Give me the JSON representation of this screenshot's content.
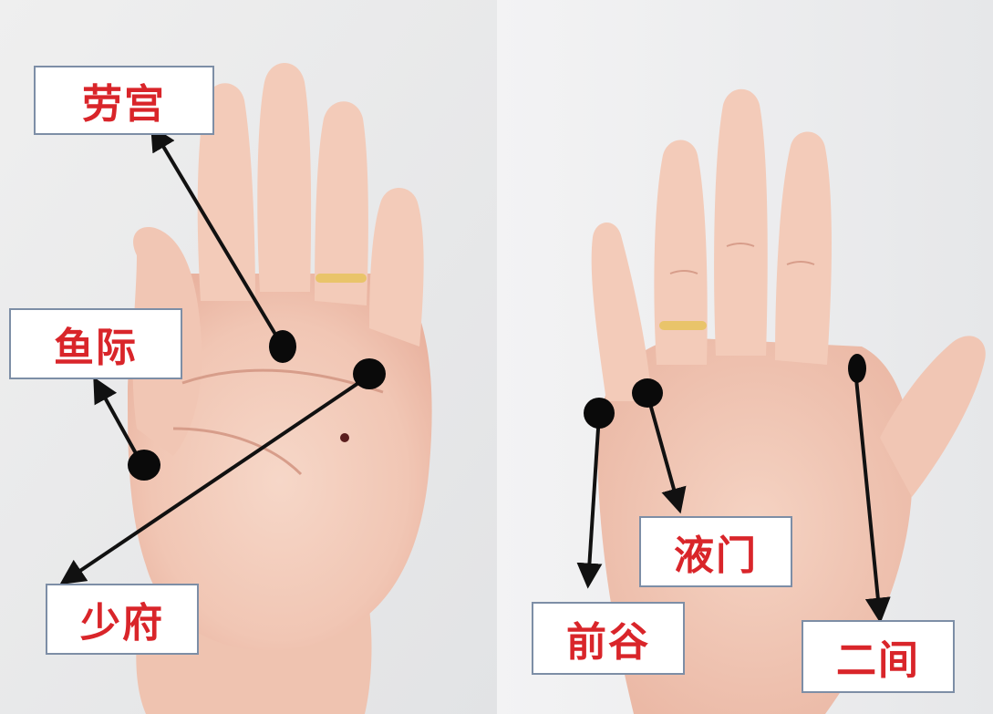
{
  "left_panel": {
    "labels": {
      "laogong": "劳宫",
      "yuji": "鱼际",
      "shaofu": "少府"
    }
  },
  "right_panel": {
    "labels": {
      "yemen": "液门",
      "qiangu": "前谷",
      "erjian": "二间"
    }
  },
  "colors": {
    "label_text": "#d9252a",
    "label_border": "#7d8ea6",
    "marker": "#0a0a0a",
    "arrow": "#111111",
    "skin": "#f2cdbd",
    "background": "#e9e9ea"
  }
}
